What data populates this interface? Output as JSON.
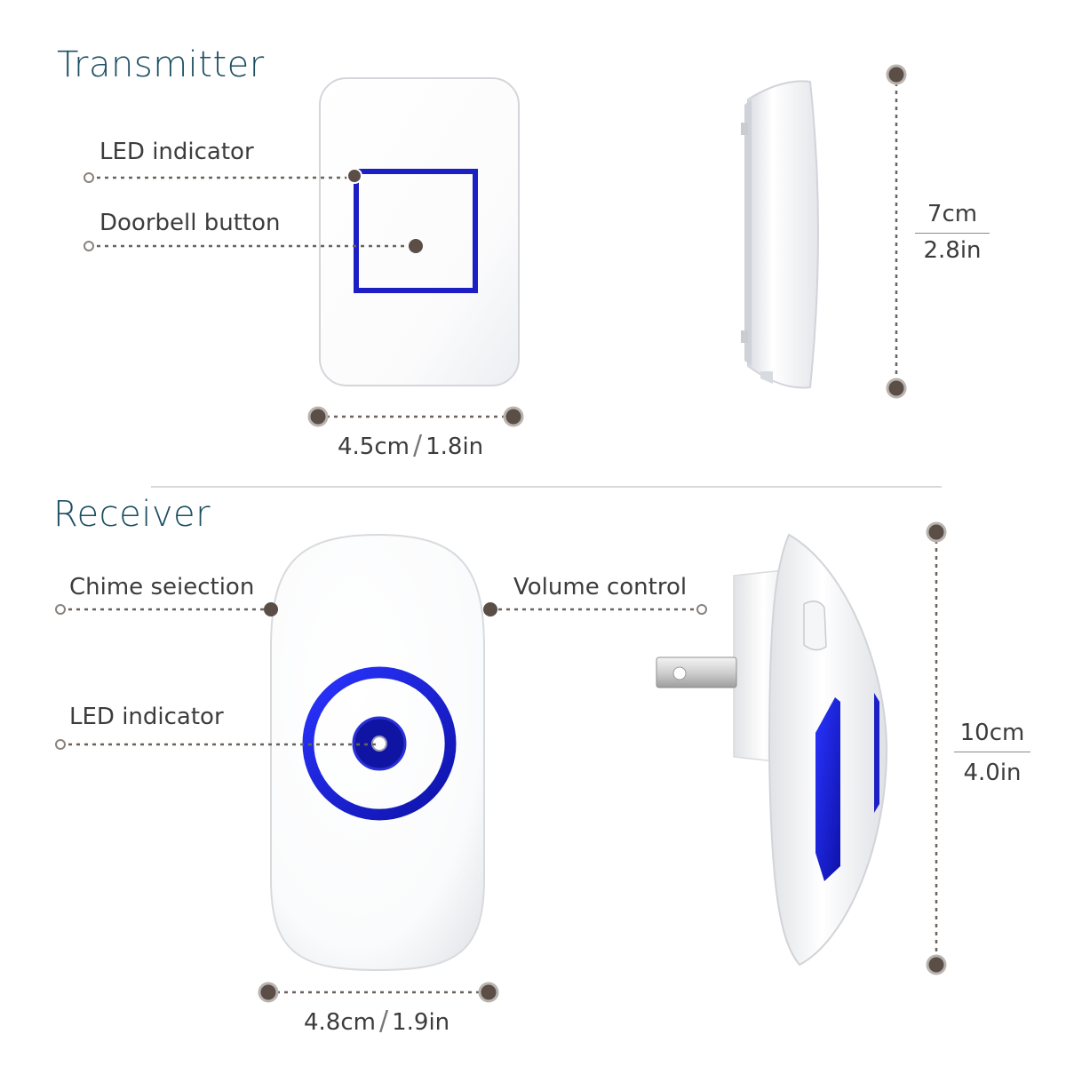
{
  "transmitter": {
    "title": "Transmitter",
    "labels": {
      "led_indicator": "LED  indicator",
      "doorbell_button": "Doorbell button"
    },
    "width_dimension": {
      "metric": "4.5cm",
      "separator": "/",
      "imperial": "1.8in"
    },
    "height_dimension": {
      "metric": "7cm",
      "imperial": "2.8in"
    }
  },
  "receiver": {
    "title": "Receiver",
    "labels": {
      "chime_selection": "Chime seiection",
      "volume_control": "Volume control",
      "led_indicator": "LED  indicator"
    },
    "width_dimension": {
      "metric": "4.8cm",
      "separator": "/",
      "imperial": "1.9in"
    },
    "height_dimension": {
      "metric": "10cm",
      "imperial": "4.0in"
    }
  },
  "colors": {
    "title": "#1d4e63",
    "accent_blue": "#1c1fc4",
    "dot": "#5a4e46",
    "device_white": "#ffffff"
  }
}
